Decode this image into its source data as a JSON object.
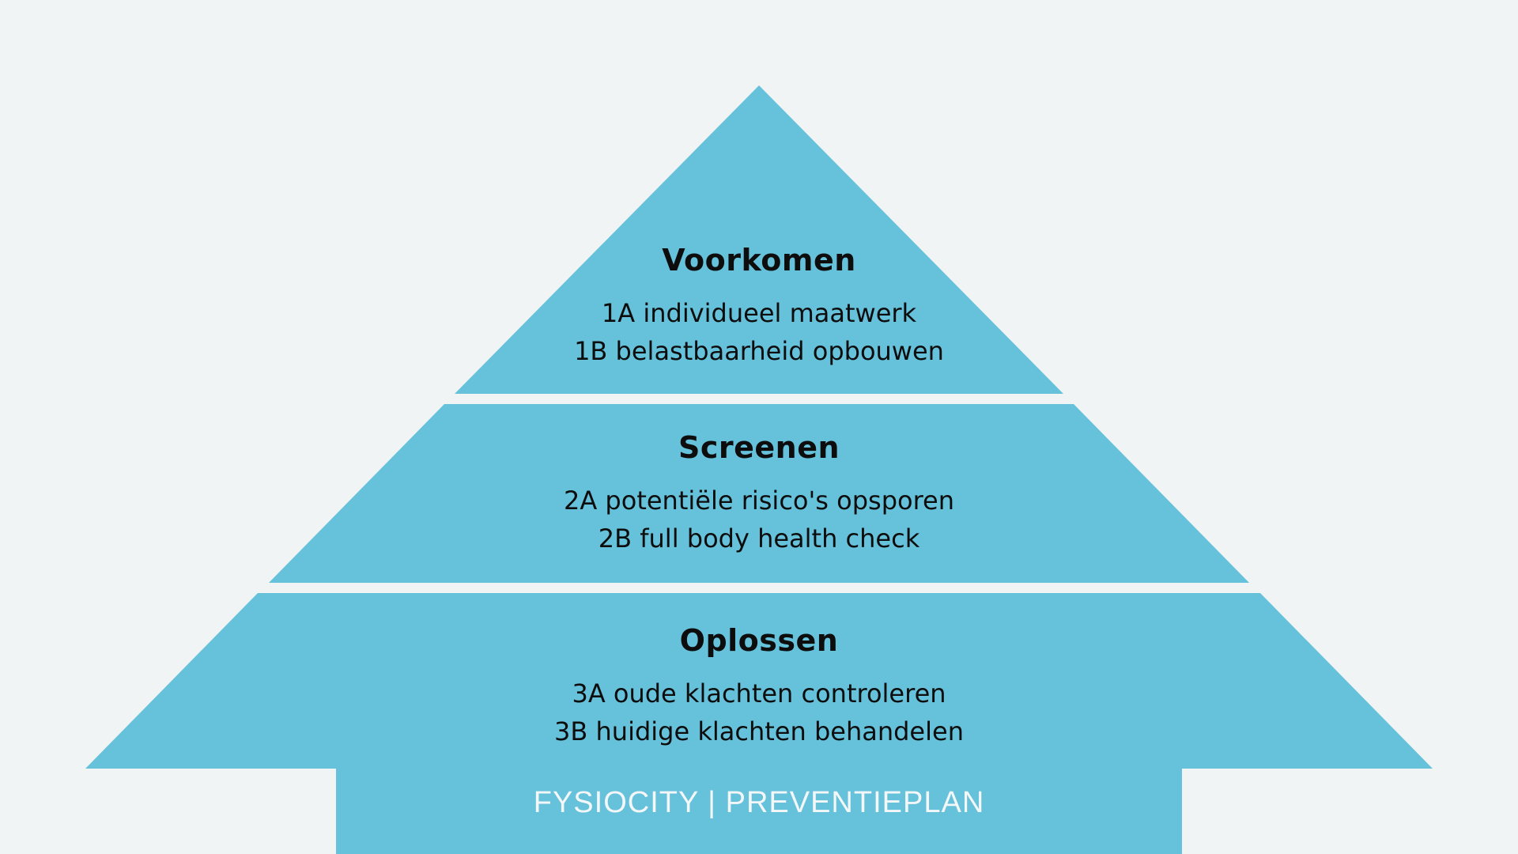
{
  "colors": {
    "background": "#f0f4f5",
    "tier_fill": "#66c1db",
    "text": "#0d0d0d",
    "footer_text": "#f3f7f8"
  },
  "pyramid": {
    "tiers": [
      {
        "title": "Voorkomen",
        "lines": [
          "1A individueel maatwerk",
          "1B belastbaarheid opbouwen"
        ]
      },
      {
        "title": "Screenen",
        "lines": [
          "2A potentiële risico's opsporen",
          "2B full body health check"
        ]
      },
      {
        "title": "Oplossen",
        "lines": [
          "3A oude klachten controleren",
          "3B huidige klachten behandelen"
        ]
      }
    ],
    "footer": "FYSIOCITY | PREVENTIEPLAN"
  }
}
